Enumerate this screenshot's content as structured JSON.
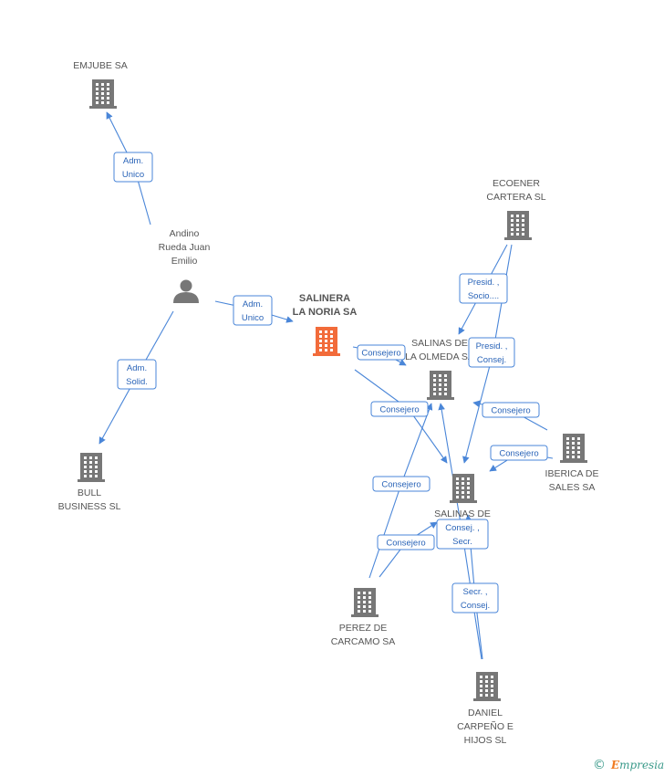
{
  "diagram": {
    "nodes": [
      {
        "id": "emjube",
        "type": "company",
        "lines": [
          "EMJUBE SA"
        ]
      },
      {
        "id": "andino",
        "type": "person",
        "lines": [
          "Andino",
          "Rueda Juan",
          "Emilio"
        ]
      },
      {
        "id": "salinera",
        "type": "company-main",
        "lines": [
          "SALINERA",
          "LA NORIA SA"
        ]
      },
      {
        "id": "bull",
        "type": "company",
        "lines": [
          "BULL",
          "BUSINESS  SL"
        ]
      },
      {
        "id": "ecoener",
        "type": "company",
        "lines": [
          "ECOENER",
          "CARTERA SL"
        ]
      },
      {
        "id": "olmeda",
        "type": "company",
        "lines": [
          "SALINAS DE",
          "LA OLMEDA SA"
        ]
      },
      {
        "id": "iberica",
        "type": "company",
        "lines": [
          "IBERICA DE",
          "SALES SA"
        ]
      },
      {
        "id": "salinasde",
        "type": "company",
        "lines": [
          "SALINAS DE"
        ]
      },
      {
        "id": "perez",
        "type": "company",
        "lines": [
          "PEREZ DE",
          "CARCAMO SA"
        ]
      },
      {
        "id": "daniel",
        "type": "company",
        "lines": [
          "DANIEL",
          "CARPEÑO E",
          "HIJOS SL"
        ]
      }
    ],
    "edges": [
      {
        "from": "andino",
        "to": "emjube",
        "lines": [
          "Adm.",
          "Unico"
        ]
      },
      {
        "from": "andino",
        "to": "salinera",
        "lines": [
          "Adm.",
          "Unico"
        ]
      },
      {
        "from": "andino",
        "to": "bull",
        "lines": [
          "Adm.",
          "Solid."
        ]
      },
      {
        "from": "ecoener",
        "to": "olmeda",
        "lines": [
          "Presid. ,",
          "Socio...."
        ]
      },
      {
        "from": "ecoener",
        "to": "salinasde",
        "lines": [
          "Presid. ,",
          "Consej."
        ]
      },
      {
        "from": "salinera",
        "to": "olmeda",
        "lines": [
          "Consejero"
        ]
      },
      {
        "from": "salinera",
        "to": "salinasde",
        "lines": [
          "Consejero"
        ]
      },
      {
        "from": "iberica",
        "to": "olmeda",
        "lines": [
          "Consejero"
        ]
      },
      {
        "from": "iberica",
        "to": "salinasde",
        "lines": [
          "Consejero"
        ]
      },
      {
        "from": "perez",
        "to": "olmeda",
        "lines": [
          "Consejero"
        ]
      },
      {
        "from": "perez",
        "to": "salinasde",
        "lines": [
          "Consejero"
        ]
      },
      {
        "from": "daniel",
        "to": "olmeda",
        "lines": [
          "Consej. ,",
          "Secr."
        ]
      },
      {
        "from": "daniel",
        "to": "salinasde",
        "lines": [
          "Secr. ,",
          "Consej."
        ]
      }
    ]
  },
  "colors": {
    "edge": "#4a86d8",
    "company": "#777777",
    "main": "#f26b3a",
    "person": "#777777"
  },
  "watermark": {
    "symbol": "©",
    "brand_initial": "E",
    "brand_rest": "mpresia"
  }
}
